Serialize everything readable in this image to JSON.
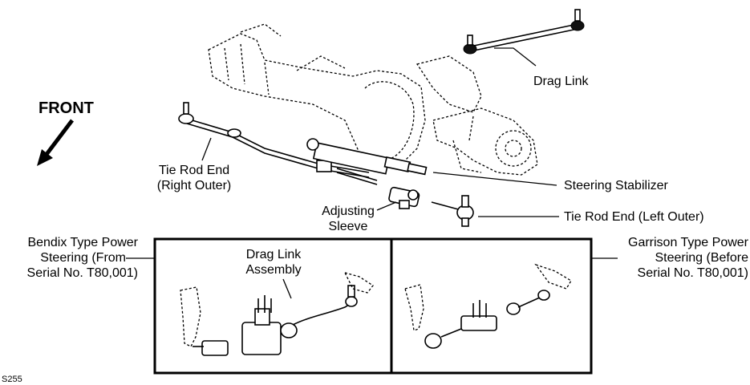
{
  "orientation": {
    "label": "FRONT"
  },
  "labels": {
    "drag_link": "Drag Link",
    "tie_rod_right": [
      "Tie Rod End",
      "(Right Outer)"
    ],
    "steering_stabilizer": "Steering Stabilizer",
    "adjusting_sleeve": [
      "Adjusting",
      "Sleeve"
    ],
    "tie_rod_left": "Tie Rod End (Left Outer)",
    "bendix": [
      "Bendix Type Power",
      "Steering (From",
      "Serial No. T80,001)"
    ],
    "drag_link_assembly": [
      "Drag Link",
      "Assembly"
    ],
    "garrison": [
      "Garrison Type Power",
      "Steering (Before",
      "Serial No. T80,001)"
    ]
  },
  "figure_code": "S255"
}
